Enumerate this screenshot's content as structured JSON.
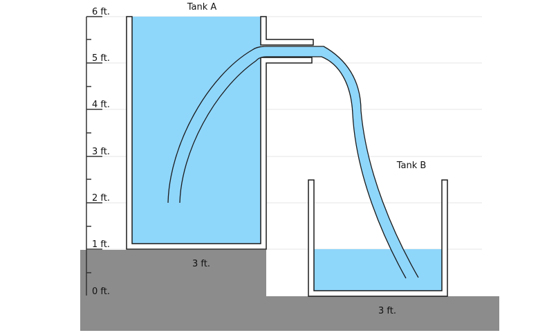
{
  "tank_a": {
    "label": "Tank A",
    "width_label": "3 ft."
  },
  "tank_b": {
    "label": "Tank B",
    "width_label": "3 ft."
  },
  "scale": {
    "labels": [
      "6 ft.",
      "5 ft.",
      "4 ft.",
      "3 ft.",
      "2 ft.",
      "1 ft.",
      "0 ft."
    ]
  },
  "colors": {
    "water": "#8fd6fb",
    "ground": "#8c8c8c",
    "outline": "#1a1a1a"
  }
}
